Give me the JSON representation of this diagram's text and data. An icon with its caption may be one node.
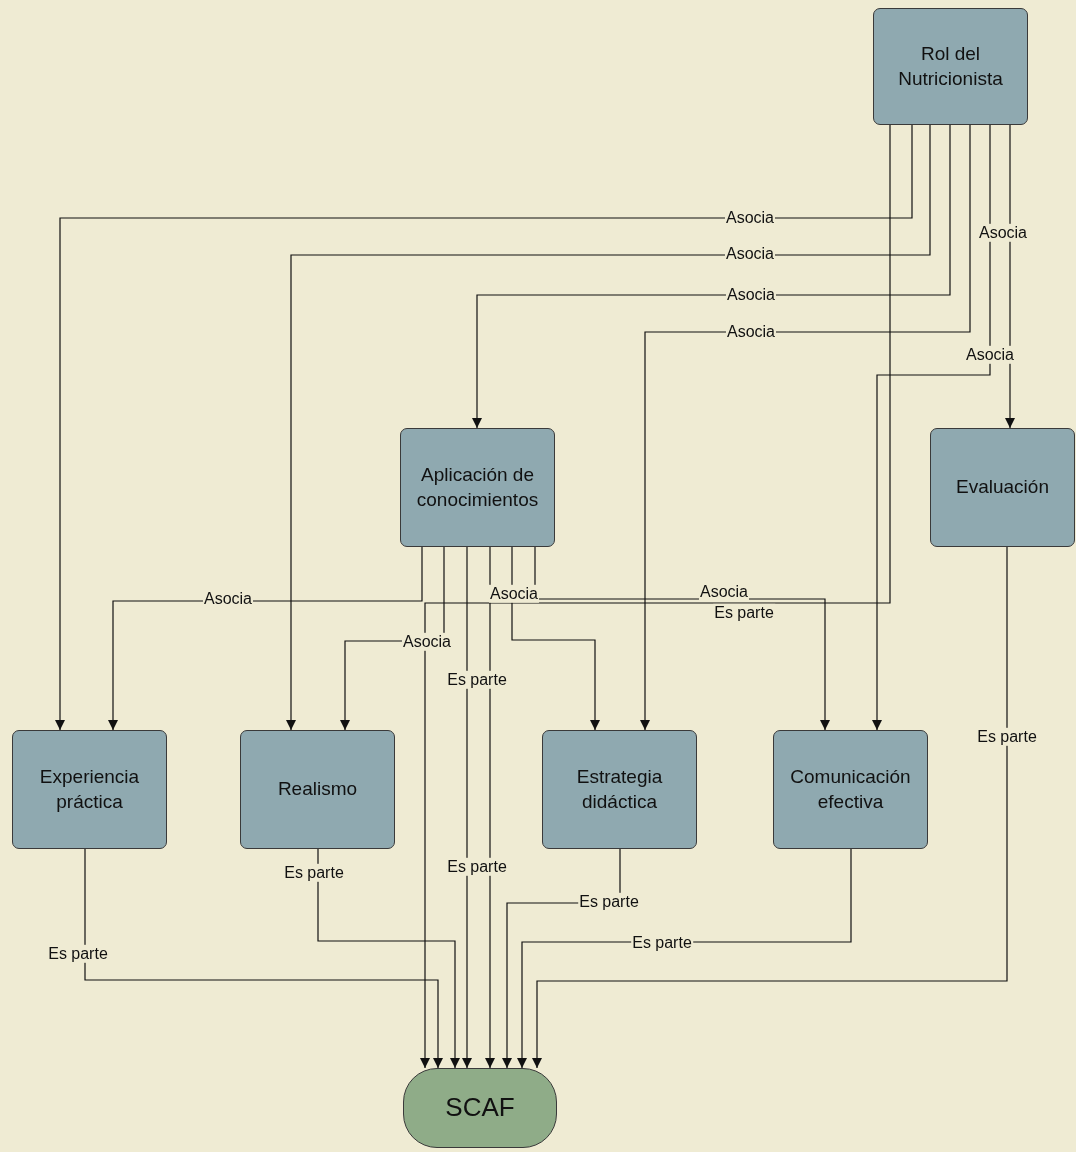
{
  "diagram": {
    "nodes": [
      {
        "text": [
          "Rol del Nutricionista"
        ]
      },
      {
        "text": [
          "Aplicación de conocimientos"
        ]
      },
      {
        "text": [
          "Evaluación"
        ]
      },
      {
        "text": [
          "Experiencia práctica"
        ]
      },
      {
        "text": [
          "Realismo"
        ]
      },
      {
        "text": [
          "Estrategia didáctica"
        ]
      },
      {
        "text": [
          "Comunicación efectiva"
        ]
      },
      {
        "text": [
          "SCAF"
        ]
      }
    ],
    "edges": [
      {
        "from": 0,
        "to": 3,
        "arrow": "to",
        "label": "Asocia"
      },
      {
        "from": 0,
        "to": 4,
        "arrow": "to",
        "label": "Asocia"
      },
      {
        "from": 0,
        "to": 1,
        "arrow": "to",
        "label": "Asocia"
      },
      {
        "from": 0,
        "to": 5,
        "arrow": "to",
        "label": "Asocia"
      },
      {
        "from": 0,
        "to": 6,
        "arrow": "to",
        "label": "Asocia"
      },
      {
        "from": 0,
        "to": 2,
        "arrow": "to",
        "label": "Asocia"
      },
      {
        "from": 0,
        "to": 7,
        "arrow": "to",
        "label": "Es parte"
      },
      {
        "from": 1,
        "to": 3,
        "arrow": "to",
        "label": "Asocia"
      },
      {
        "from": 1,
        "to": 4,
        "arrow": "to",
        "label": "Asocia"
      },
      {
        "from": 1,
        "to": 7,
        "arrow": "to",
        "label": "Es parte"
      },
      {
        "from": 1,
        "to": 7,
        "arrow": "to",
        "label": "Es parte"
      },
      {
        "from": 1,
        "to": 5,
        "arrow": "to",
        "label": "Asocia"
      },
      {
        "from": 1,
        "to": 6,
        "arrow": "to",
        "label": "Asocia"
      },
      {
        "from": 3,
        "to": 7,
        "arrow": "to",
        "label": "Es parte"
      },
      {
        "from": 4,
        "to": 7,
        "arrow": "to",
        "label": "Es parte"
      },
      {
        "from": 5,
        "to": 7,
        "arrow": "to",
        "label": "Es parte"
      },
      {
        "from": 6,
        "to": 7,
        "arrow": "to",
        "label": "Es parte"
      },
      {
        "from": 2,
        "to": 7,
        "arrow": "to",
        "label": "Es parte"
      }
    ]
  }
}
